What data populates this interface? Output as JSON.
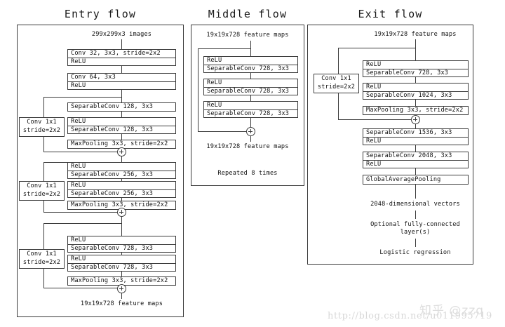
{
  "figure": {
    "title_entry": "Entry flow",
    "title_middle": "Middle flow",
    "title_exit": "Exit flow"
  },
  "entry_flow": {
    "input_caption": "299x299x3 images",
    "output_caption": "19x19x728 feature maps",
    "blocks": [
      {
        "line1": "Conv 32, 3x3, stride=2x2",
        "line2": "ReLU"
      },
      {
        "line1": "Conv 64, 3x3",
        "line2": "ReLU"
      }
    ],
    "sep_block_1": {
      "b1": "SeparableConv 128, 3x3",
      "b2_line1": "ReLU",
      "b2_line2": "SeparableConv 128, 3x3",
      "pool": "MaxPooling 3x3, stride=2x2",
      "shortcut_line1": "Conv 1x1",
      "shortcut_line2": "stride=2x2"
    },
    "sep_block_2": {
      "b1_line1": "ReLU",
      "b1_line2": "SeparableConv 256, 3x3",
      "b2_line1": "ReLU",
      "b2_line2": "SeparableConv 256, 3x3",
      "pool": "MaxPooling 3x3, stride=2x2",
      "shortcut_line1": "Conv 1x1",
      "shortcut_line2": "stride=2x2"
    },
    "sep_block_3": {
      "b1_line1": "ReLU",
      "b1_line2": "SeparableConv 728, 3x3",
      "b2_line1": "ReLU",
      "b2_line2": "SeparableConv 728, 3x3",
      "pool": "MaxPooling 3x3, stride=2x2",
      "shortcut_line1": "Conv 1x1",
      "shortcut_line2": "stride=2x2"
    }
  },
  "middle_flow": {
    "input_caption": "19x19x728 feature maps",
    "output_caption": "19x19x728 feature maps",
    "repeat_caption": "Repeated 8 times",
    "blocks": [
      {
        "line1": "ReLU",
        "line2": "SeparableConv 728, 3x3"
      },
      {
        "line1": "ReLU",
        "line2": "SeparableConv 728, 3x3"
      },
      {
        "line1": "ReLU",
        "line2": "SeparableConv 728, 3x3"
      }
    ]
  },
  "exit_flow": {
    "input_caption": "19x19x728 feature maps",
    "shortcut_line1": "Conv 1x1",
    "shortcut_line2": "stride=2x2",
    "block_a_line1": "ReLU",
    "block_a_line2": "SeparableConv 728, 3x3",
    "block_b_line1": "ReLU",
    "block_b_line2": "SeparableConv 1024, 3x3",
    "pool": "MaxPooling 3x3, stride=2x2",
    "block_c_line1": "SeparableConv 1536, 3x3",
    "block_c_line2": "ReLU",
    "block_d_line1": "SeparableConv 2048, 3x3",
    "block_d_line2": "ReLU",
    "gap": "GlobalAveragePooling",
    "vectors_caption": "2048-dimensional vectors",
    "fc_caption_line1": "Optional fully-connected",
    "fc_caption_line2": "layer(s)",
    "logistic_caption": "Logistic regression"
  },
  "watermarks": {
    "url": "http://blog.csdn.net/u011995719",
    "zhihu": "知乎 @zzq"
  }
}
